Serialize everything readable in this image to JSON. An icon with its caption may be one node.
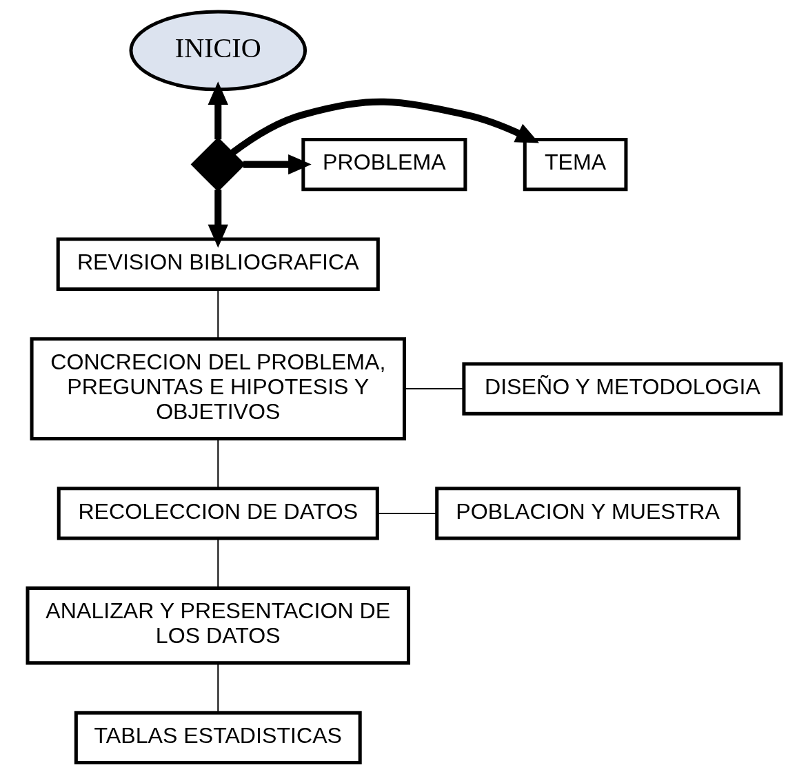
{
  "diagram": {
    "nodes": [
      {
        "text": [
          "INICIO"
        ]
      },
      {
        "text": [
          "TEMA"
        ]
      },
      {
        "text": [],
        "shape": "cross"
      },
      {
        "text": [
          "PROBLEMA"
        ]
      },
      {
        "text": [
          "REVISION BIBLIOGRAFICA"
        ]
      },
      {
        "text": [
          "CONCRECION DEL PROBLEMA, PREGUNTAS E HIPOTESIS Y OBJETIVOS"
        ]
      },
      {
        "text": [
          "DISEÑO Y METODOLOGIA"
        ]
      },
      {
        "text": [
          "RECOLECCION DE DATOS"
        ]
      },
      {
        "text": [
          "POBLACION Y MUESTRA"
        ]
      },
      {
        "text": [
          "ANALIZAR Y PRESENTACION DE LOS DATOS"
        ]
      },
      {
        "text": [
          "TABLAS ESTADISTICAS"
        ]
      }
    ],
    "edges": [
      {
        "from": 2,
        "to": 0,
        "arrow": "to",
        "style": "thick"
      },
      {
        "from": 2,
        "to": 1,
        "arrow": "to",
        "style": "thick"
      },
      {
        "from": 2,
        "to": 3,
        "arrow": "to",
        "style": "thick"
      },
      {
        "from": 2,
        "to": 4,
        "arrow": "to",
        "style": "thick"
      },
      {
        "from": 4,
        "to": 5,
        "arrow": "none"
      },
      {
        "from": 5,
        "to": 6,
        "arrow": "none"
      },
      {
        "from": 5,
        "to": 7,
        "arrow": "none"
      },
      {
        "from": 7,
        "to": 8,
        "arrow": "none"
      },
      {
        "from": 7,
        "to": 9,
        "arrow": "none"
      },
      {
        "from": 9,
        "to": 10,
        "arrow": "none"
      }
    ]
  }
}
